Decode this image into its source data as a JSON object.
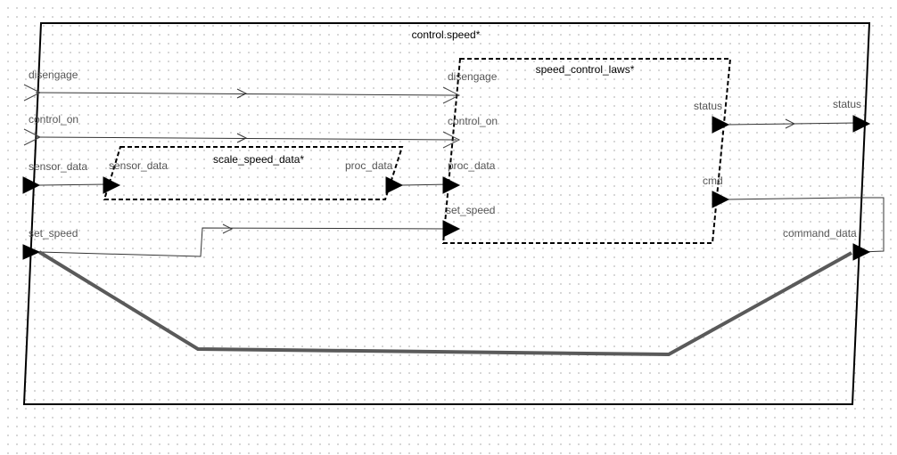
{
  "diagram": {
    "title": "control.speed*",
    "subcomponents": {
      "scale_speed_data": {
        "title": "scale_speed_data*",
        "ports": {
          "sensor_data": "sensor_data",
          "proc_data": "proc_data"
        }
      },
      "speed_control_laws": {
        "title": "speed_control_laws*",
        "ports": {
          "disengage": "disengage",
          "control_on": "control_on",
          "proc_data": "proc_data",
          "set_speed": "set_speed",
          "status": "status",
          "cmd": "cmd"
        }
      }
    },
    "outer_ports": {
      "disengage": "disengage",
      "control_on": "control_on",
      "sensor_data": "sensor_data",
      "set_speed": "set_speed",
      "status": "status",
      "command_data": "command_data"
    }
  }
}
